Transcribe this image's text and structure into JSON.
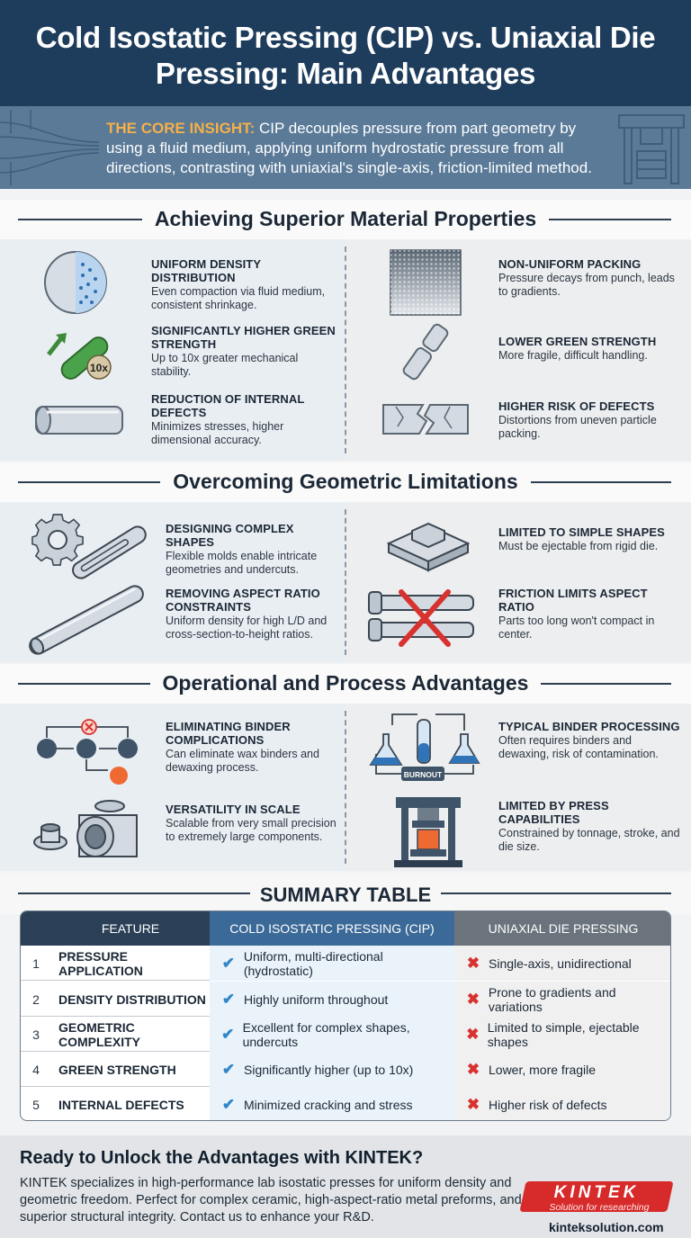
{
  "title": "Cold Isostatic Pressing (CIP) vs. Uniaxial Die Pressing: Main Advantages",
  "insight": {
    "lead": "THE CORE INSIGHT:",
    "text": " CIP decouples pressure from part geometry by using a fluid medium, applying uniform hydrostatic pressure from all directions, contrasting with uniaxial's single-axis, friction-limited method."
  },
  "sections": [
    {
      "title": "Achieving Superior Material Properties",
      "left": [
        {
          "title": "UNIFORM DENSITY DISTRIBUTION",
          "desc": "Even compaction via fluid medium, consistent shrinkage.",
          "icon": "sphere-density-icon"
        },
        {
          "title": "SIGNIFICANTLY HIGHER GREEN STRENGTH",
          "desc": "Up to 10x greater mechanical stability.",
          "icon": "green-cylinder-icon",
          "badge": "10x"
        },
        {
          "title": "REDUCTION OF INTERNAL DEFECTS",
          "desc": "Minimizes stresses, higher dimensional accuracy.",
          "icon": "rod-icon"
        }
      ],
      "right": [
        {
          "title": "NON-UNIFORM PACKING",
          "desc": "Pressure decays from punch, leads to gradients.",
          "icon": "gradient-block-icon"
        },
        {
          "title": "LOWER GREEN STRENGTH",
          "desc": "More fragile, difficult handling.",
          "icon": "broken-rod-icon"
        },
        {
          "title": "HIGHER RISK OF DEFECTS",
          "desc": "Distortions from uneven particle packing.",
          "icon": "cracked-rod-icon"
        }
      ]
    },
    {
      "title": "Overcoming Geometric Limitations",
      "left": [
        {
          "title": "DESIGNING COMPLEX SHAPES",
          "desc": "Flexible molds enable intricate geometries and undercuts.",
          "icon": "gear-icon"
        },
        {
          "title": "REMOVING ASPECT RATIO CONSTRAINTS",
          "desc": "Uniform density for high L/D and cross-section-to-height ratios.",
          "icon": "long-rod-icon"
        }
      ],
      "right": [
        {
          "title": "LIMITED TO SIMPLE SHAPES",
          "desc": "Must be ejectable from rigid die.",
          "icon": "block-icon"
        },
        {
          "title": "FRICTION LIMITS ASPECT RATIO",
          "desc": "Parts too long won't compact in center.",
          "icon": "crossed-rods-icon"
        }
      ]
    },
    {
      "title": "Operational and Process Advantages",
      "left": [
        {
          "title": "ELIMINATING BINDER COMPLICATIONS",
          "desc": "Can eliminate wax binders and dewaxing process.",
          "icon": "process-flow-icon"
        },
        {
          "title": "VERSATILITY IN SCALE",
          "desc": "Scalable from very small precision to extremely large components.",
          "icon": "fittings-icon"
        }
      ],
      "right": [
        {
          "title": "TYPICAL BINDER PROCESSING",
          "desc": "Often requires binders and dewaxing, risk of contamination.",
          "icon": "lab-flasks-icon",
          "badge": "BURNOUT"
        },
        {
          "title": "LIMITED BY PRESS CAPABILITIES",
          "desc": "Constrained by tonnage, stroke, and die size.",
          "icon": "press-icon"
        }
      ]
    }
  ],
  "summary": {
    "title": "SUMMARY TABLE",
    "headers": [
      "FEATURE",
      "COLD ISOSTATIC PRESSING (CIP)",
      "UNIAXIAL DIE PRESSING"
    ],
    "rows": [
      {
        "n": "1",
        "feature": "PRESSURE APPLICATION",
        "cip": "Uniform, multi-directional (hydrostatic)",
        "uni": "Single-axis, unidirectional"
      },
      {
        "n": "2",
        "feature": "DENSITY DISTRIBUTION",
        "cip": "Highly uniform throughout",
        "uni": "Prone to gradients and variations"
      },
      {
        "n": "3",
        "feature": "GEOMETRIC COMPLEXITY",
        "cip": "Excellent for complex shapes, undercuts",
        "uni": "Limited to simple, ejectable shapes"
      },
      {
        "n": "4",
        "feature": "GREEN STRENGTH",
        "cip": "Significantly higher (up to 10x)",
        "uni": "Lower, more fragile"
      },
      {
        "n": "5",
        "feature": "INTERNAL DEFECTS",
        "cip": "Minimized cracking and stress",
        "uni": "Higher risk of defects"
      }
    ],
    "check": "✔",
    "cross": "✖"
  },
  "footer": {
    "heading": "Ready to Unlock the Advantages with KINTEK?",
    "text": "KINTEK specializes in high-performance lab isostatic presses for uniform density and geometric freedom. Perfect for complex ceramic, high-aspect-ratio metal preforms, and superior structural integrity. Contact us to enhance your R&D.",
    "brand": "KINTEK",
    "tagline": "Solution for researching",
    "site": "kinteksolution.com"
  },
  "colors": {
    "header": "#1e3d5c",
    "insight": "#5a7a98",
    "accent": "#f5b047",
    "check": "#2f86c9",
    "cross": "#d8322f",
    "brand": "#d72a2a"
  }
}
